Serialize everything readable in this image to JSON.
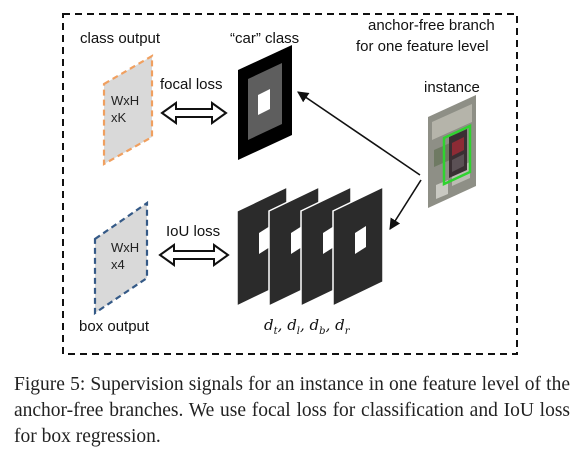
{
  "diagram": {
    "branch_title_line1": "anchor-free branch",
    "branch_title_line2": "for one feature level",
    "class_output": {
      "title": "class output",
      "line1": "WxH",
      "line2": "xK",
      "color": "#f0a060"
    },
    "box_output": {
      "title": "box output",
      "line1": "WxH",
      "line2": "x4",
      "color": "#355a87"
    },
    "focal_loss_label": "focal loss",
    "iou_loss_label": "IoU loss",
    "car_class_label": "“car” class",
    "instance_label": "instance",
    "distances": {
      "d": "d",
      "sub_t": "t",
      "sub_l": "l",
      "sub_b": "b",
      "sub_r": "r",
      "sep": ", "
    }
  },
  "caption": "Figure 5: Supervision signals for an instance in one feature level of the anchor-free branches. We use focal loss for classification and IoU loss for box regression."
}
